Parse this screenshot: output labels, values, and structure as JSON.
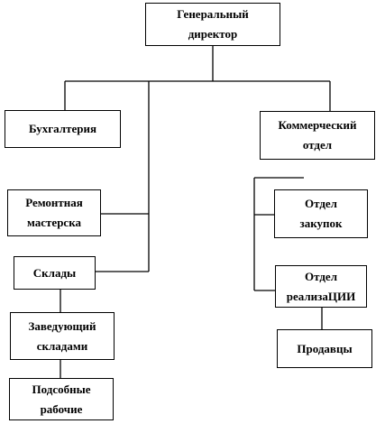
{
  "nodes": {
    "ceo": "Генеральный\nдиректор",
    "accounting": "Бухгалтерия",
    "commercial": "Коммерческий\nотдел",
    "repair_shop": "Ремонтная\nмастерска",
    "purchasing": "Отдел\nзакупок",
    "warehouses": "Склады",
    "sales": "Отдел\nреализаЦИИ",
    "warehouse_head": "Заведующий\nскладами",
    "sellers": "Продавцы",
    "workers": "Подсобные\nрабочие"
  }
}
